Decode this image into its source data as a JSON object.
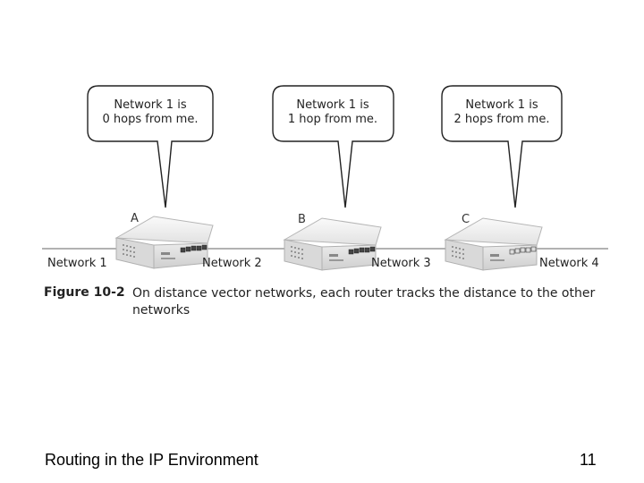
{
  "bubbles": [
    {
      "line1": "Network 1 is",
      "line2": "0 hops from me."
    },
    {
      "line1": "Network 1 is",
      "line2": "1 hop from me."
    },
    {
      "line1": "Network 1 is",
      "line2": "2 hops from me."
    }
  ],
  "routers": [
    {
      "label": "A"
    },
    {
      "label": "B"
    },
    {
      "label": "C"
    }
  ],
  "networks": [
    {
      "label": "Network 1"
    },
    {
      "label": "Network 2"
    },
    {
      "label": "Network 3"
    },
    {
      "label": "Network 4"
    }
  ],
  "caption": {
    "number": "Figure 10-2",
    "text": "On distance vector networks, each router tracks the distance to the other networks"
  },
  "footer": {
    "title": "Routing in the IP Environment",
    "page": "11"
  },
  "colors": {
    "bubble_stroke": "#222222",
    "network_line": "#999999",
    "router_body": "#e8e8e8"
  }
}
